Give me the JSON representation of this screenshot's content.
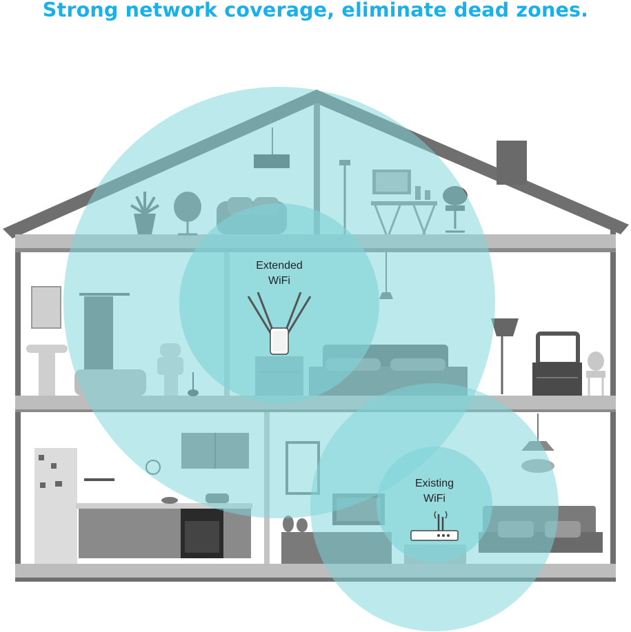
{
  "headline": "Strong network coverage, eliminate dead zones.",
  "extended_wifi": {
    "line1": "Extended",
    "line2": "WiFi"
  },
  "existing_wifi": {
    "line1": "Existing",
    "line2": "WiFi"
  },
  "colors": {
    "headline": "#1ab0ea",
    "coverage": "#7fd4d8",
    "house_wall": "#7a7a7a",
    "furniture_dark": "#5c5c5c",
    "furniture_light": "#b5b5b5"
  }
}
